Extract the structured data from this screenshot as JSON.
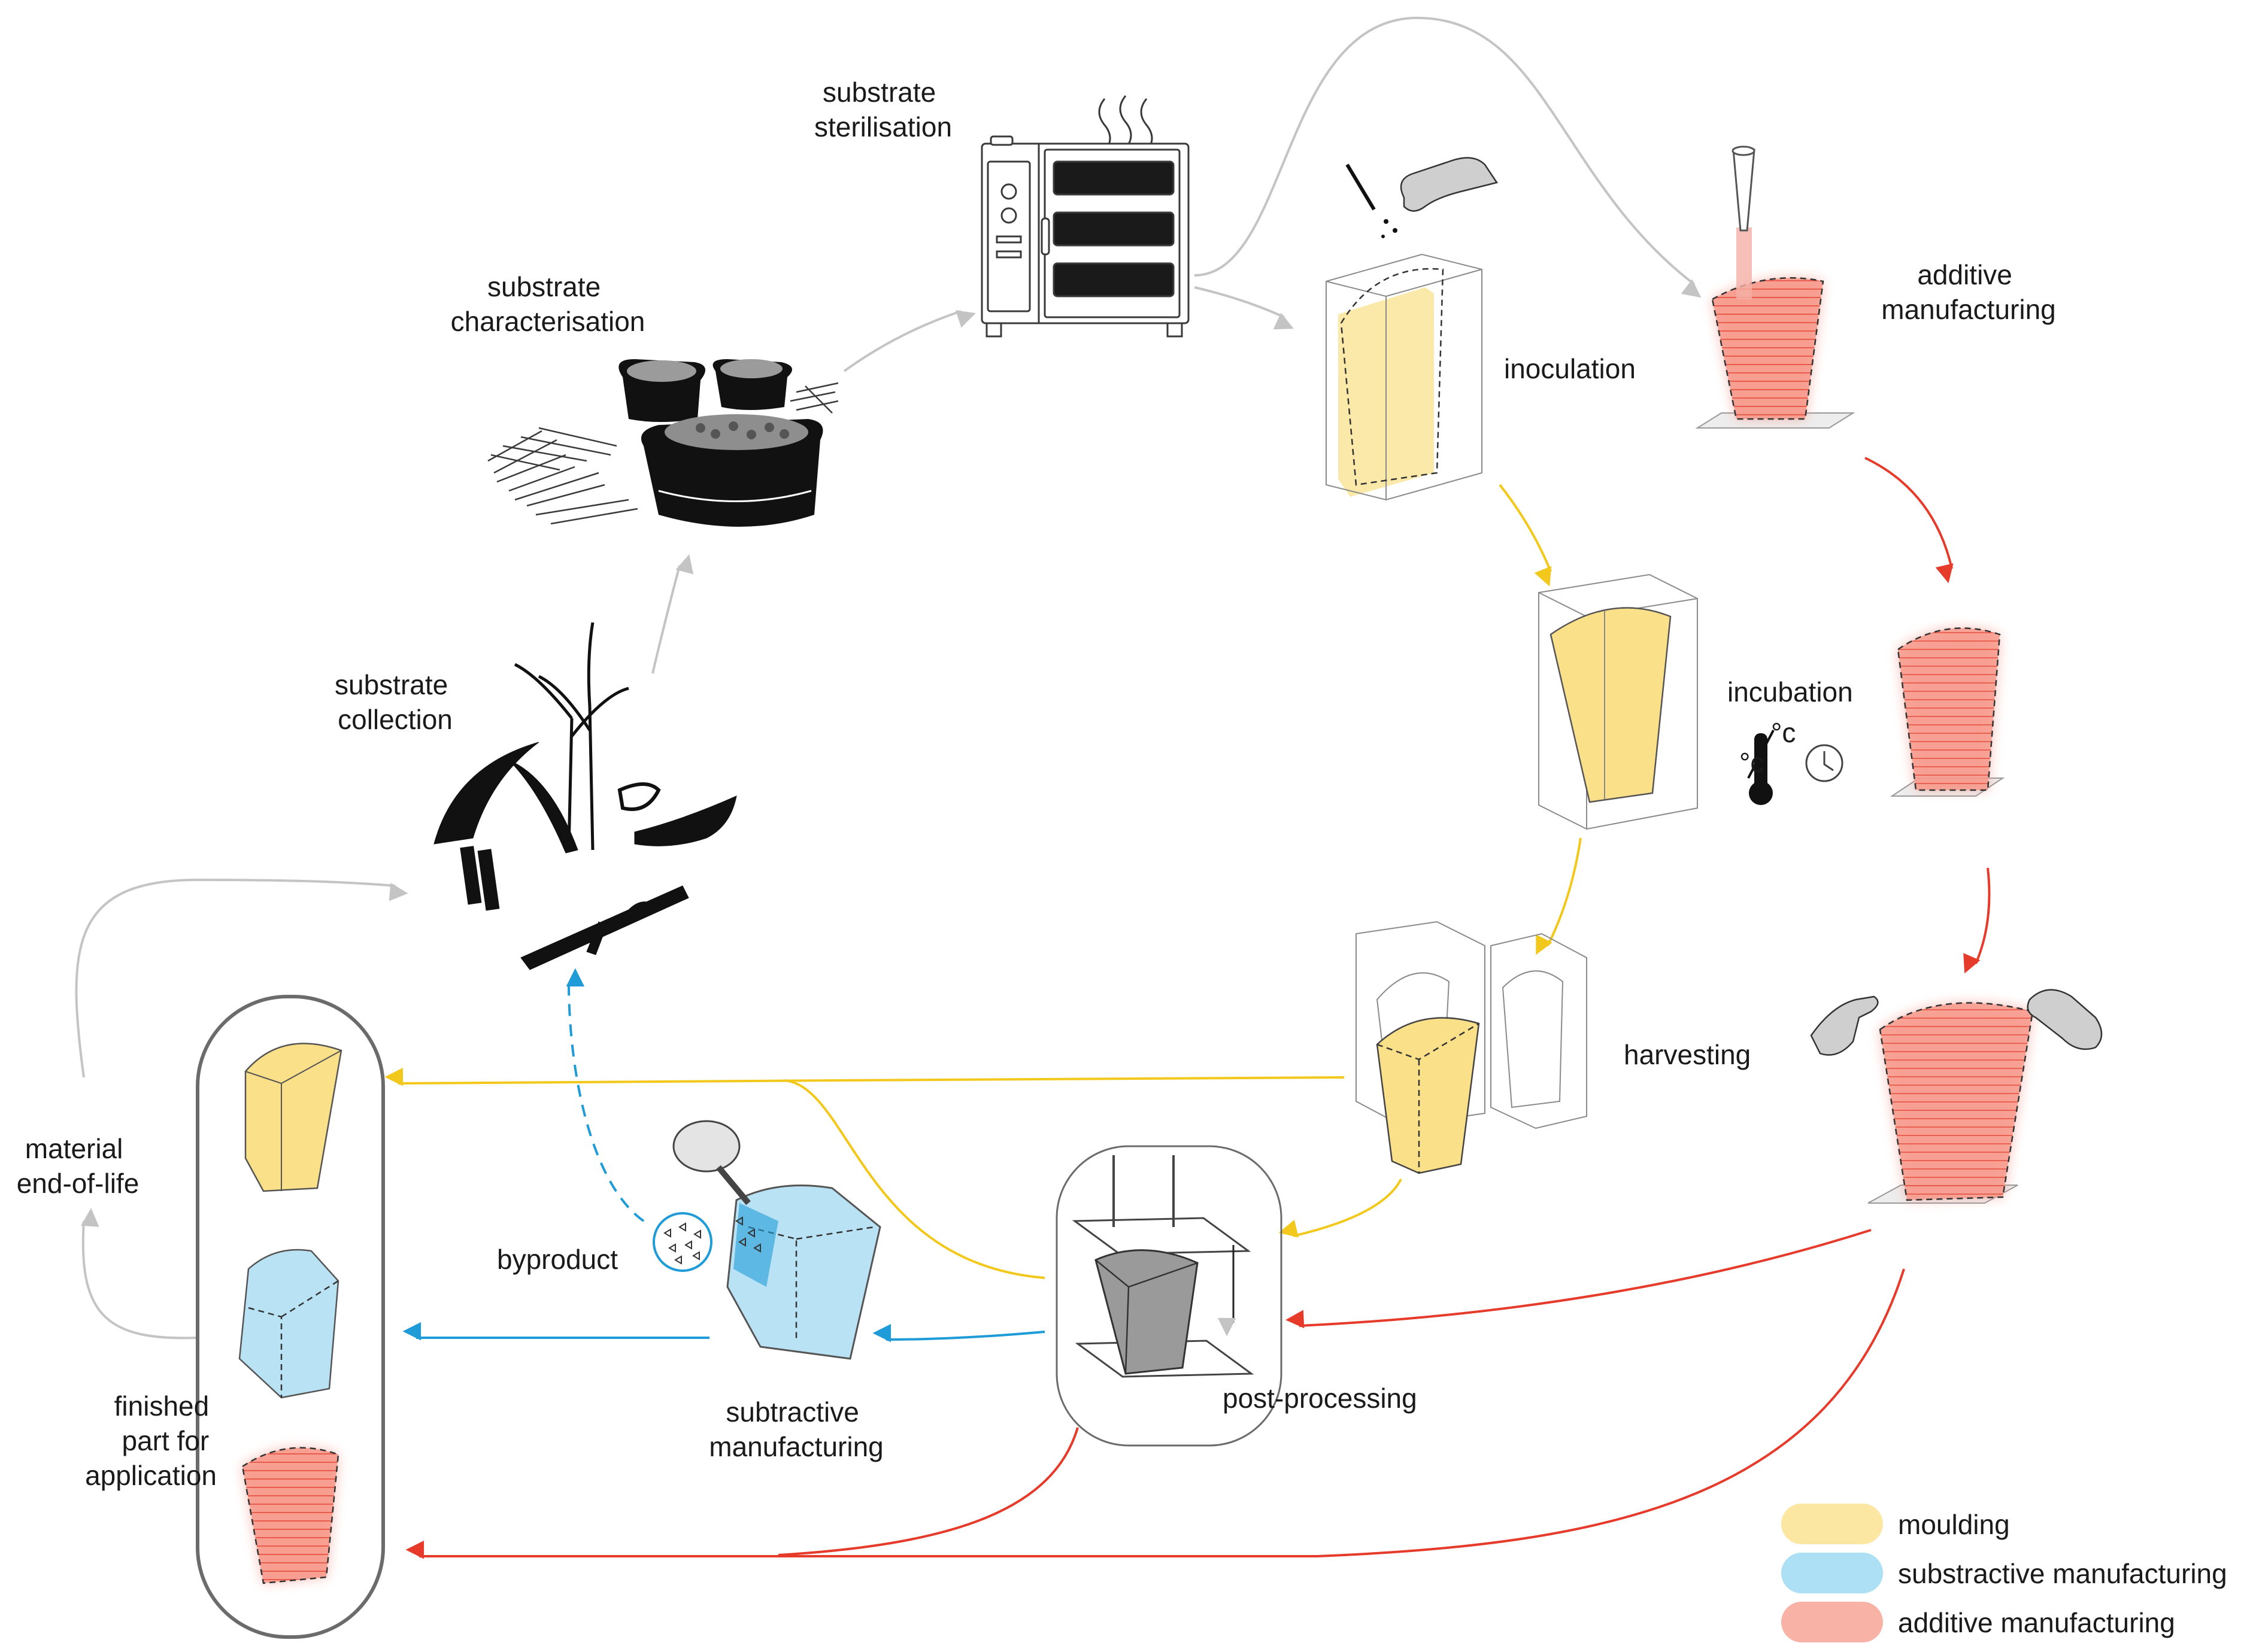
{
  "labels": {
    "substrate_sterilisation": [
      "substrate",
      "sterilisation"
    ],
    "substrate_characterisation": [
      "substrate",
      "characterisation"
    ],
    "substrate_collection": [
      "substrate",
      "collection"
    ],
    "inoculation": "inoculation",
    "additive_manufacturing": [
      "additive",
      "manufacturing"
    ],
    "incubation": "incubation",
    "harvesting": "harvesting",
    "post_processing": "post-processing",
    "subtractive_manufacturing": [
      "subtractive",
      "manufacturing"
    ],
    "byproduct": "byproduct",
    "material_end_of_life": [
      "material",
      "end-of-life"
    ],
    "finished_part": [
      "finished",
      "part for",
      "application"
    ],
    "temp_unit": "°c"
  },
  "legend": [
    {
      "label": "moulding",
      "color": "#fbe6a2"
    },
    {
      "label": "substractive manufacturing",
      "color": "#ade0f4"
    },
    {
      "label": "additive manufacturing",
      "color": "#f8b2a6"
    }
  ],
  "colors": {
    "moulding": "#f3c81c",
    "subtractive": "#1f9bd7",
    "additive": "#e63b2b",
    "neutral": "#c4c4c4"
  }
}
